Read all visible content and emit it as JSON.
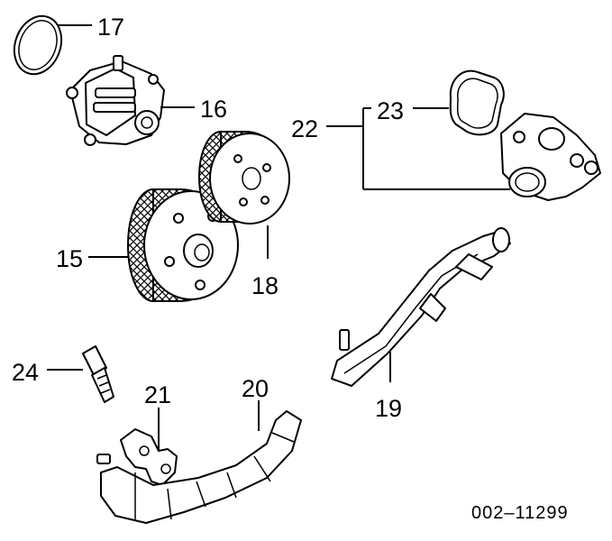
{
  "diagram": {
    "callouts": {
      "c15": "15",
      "c16": "16",
      "c17": "17",
      "c18": "18",
      "c19": "19",
      "c20": "20",
      "c21": "21",
      "c22": "22",
      "c23": "23",
      "c24": "24"
    },
    "reference_code": "002–11299"
  }
}
